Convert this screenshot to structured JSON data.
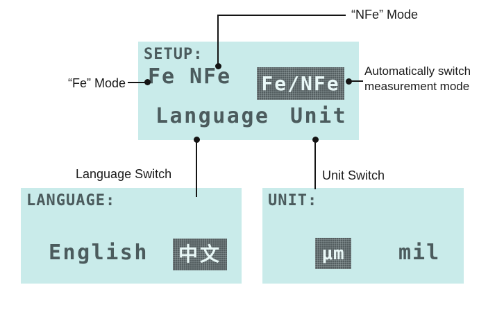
{
  "colors": {
    "panel_bg": "#c9ebea",
    "lcd_text": "#4b5b5d",
    "highlight_bg": "#545e60",
    "highlight_text": "#e9f8f7",
    "callout_line": "#141414"
  },
  "setup_screen": {
    "title": "SETUP:",
    "options": {
      "fe": "Fe",
      "nfe": "NFe",
      "fe_nfe": "Fe/NFe",
      "language": "Language",
      "unit": "Unit"
    }
  },
  "language_screen": {
    "title": "LANGUAGE:",
    "options": {
      "english": "English",
      "chinese": "中文"
    }
  },
  "unit_screen": {
    "title": "UNIT:",
    "options": {
      "um": "μm",
      "mil": "mil"
    }
  },
  "annotations": {
    "nfe_mode": "“NFe” Mode",
    "fe_mode": "“Fe” Mode",
    "auto_switch_line1": "Automatically switch",
    "auto_switch_line2": "measurement mode",
    "language_switch": "Language Switch",
    "unit_switch": "Unit Switch"
  }
}
